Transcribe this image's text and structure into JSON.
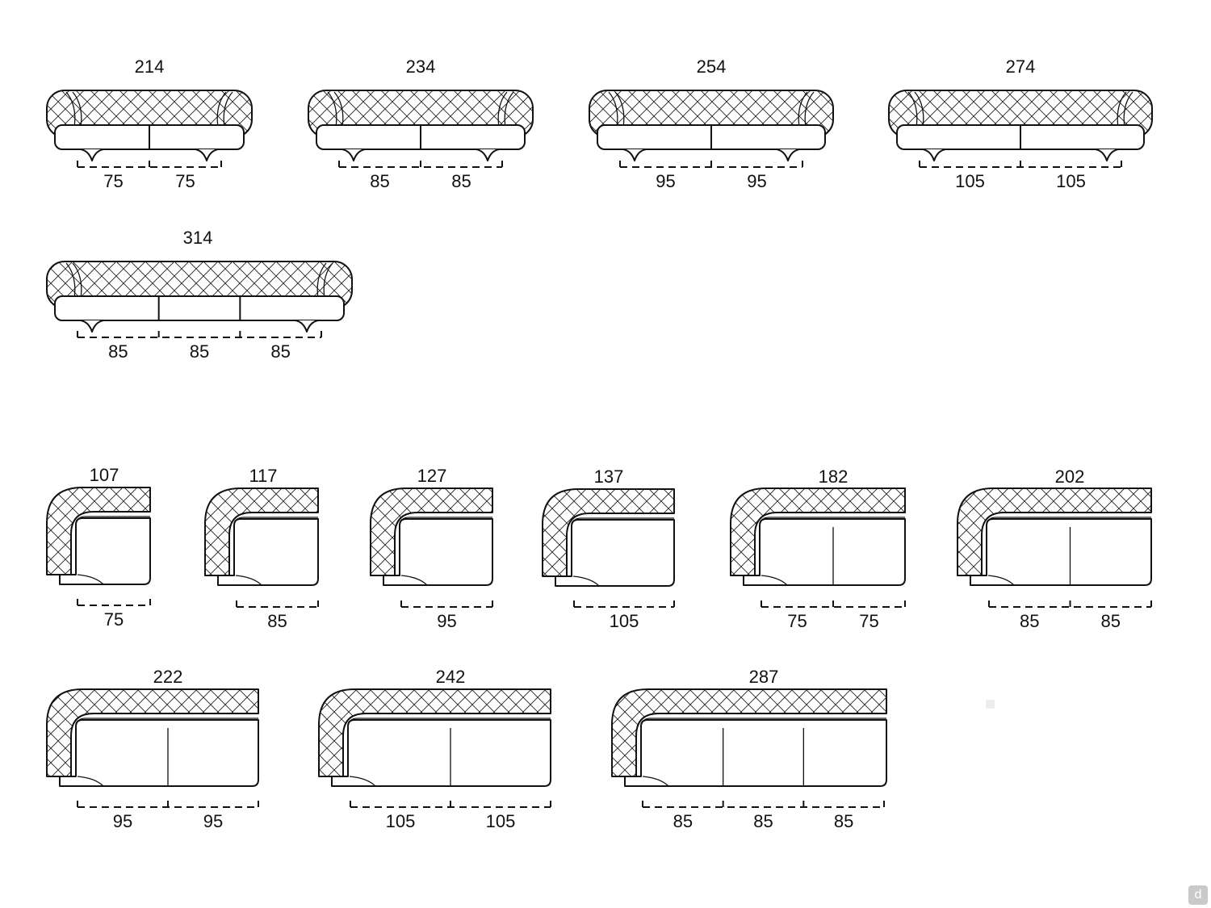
{
  "sofas": [
    {
      "total": "214",
      "seats": [
        "75",
        "75"
      ]
    },
    {
      "total": "234",
      "seats": [
        "85",
        "85"
      ]
    },
    {
      "total": "254",
      "seats": [
        "95",
        "95"
      ]
    },
    {
      "total": "274",
      "seats": [
        "105",
        "105"
      ]
    },
    {
      "total": "314",
      "seats": [
        "85",
        "85",
        "85"
      ]
    }
  ],
  "corner_units": [
    {
      "total": "107",
      "seats": [
        "75"
      ]
    },
    {
      "total": "117",
      "seats": [
        "85"
      ]
    },
    {
      "total": "127",
      "seats": [
        "95"
      ]
    },
    {
      "total": "137",
      "seats": [
        "105"
      ]
    },
    {
      "total": "182",
      "seats": [
        "75",
        "75"
      ]
    },
    {
      "total": "202",
      "seats": [
        "85",
        "85"
      ]
    },
    {
      "total": "222",
      "seats": [
        "95",
        "95"
      ]
    },
    {
      "total": "242",
      "seats": [
        "105",
        "105"
      ]
    },
    {
      "total": "287",
      "seats": [
        "85",
        "85",
        "85"
      ]
    }
  ],
  "watermark": "d",
  "colors": {
    "line": "#111111",
    "background": "#ffffff",
    "watermark": "#c9c9c9"
  }
}
